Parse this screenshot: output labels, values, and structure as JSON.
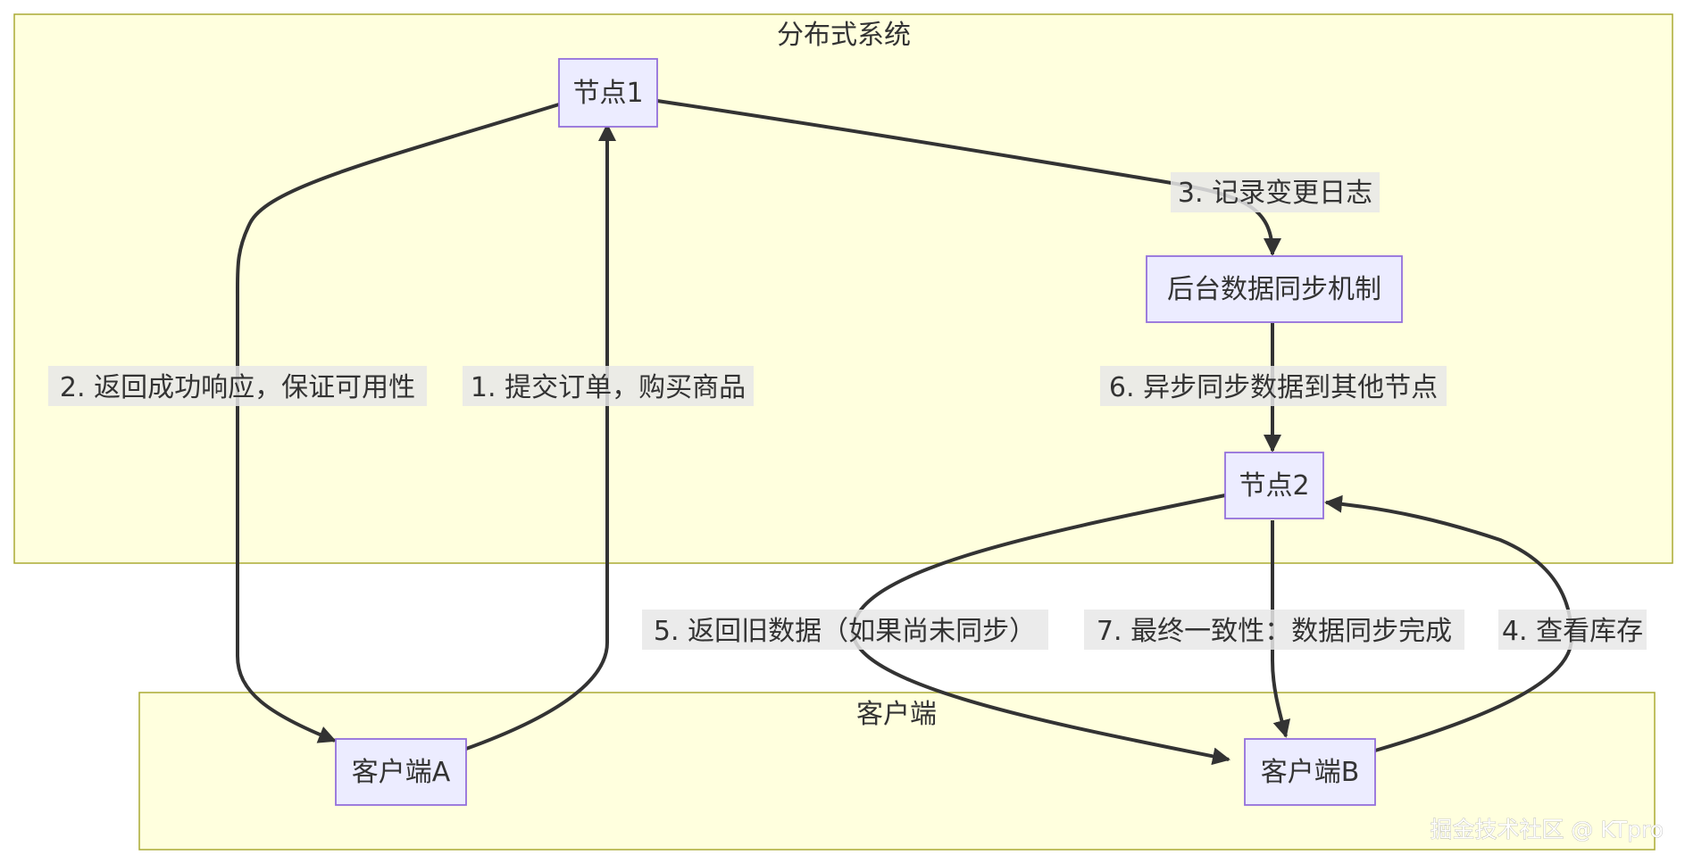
{
  "clusters": {
    "distributed": {
      "title": "分布式系统"
    },
    "clients": {
      "title": "客户端"
    }
  },
  "nodes": {
    "node1": "节点1",
    "sync": "后台数据同步机制",
    "node2": "节点2",
    "clientA": "客户端A",
    "clientB": "客户端B"
  },
  "edges": {
    "e1": "1. 提交订单，购买商品",
    "e2": "2. 返回成功响应，保证可用性",
    "e3": "3. 记录变更日志",
    "e4": "4. 查看库存",
    "e5": "5. 返回旧数据（如果尚未同步）",
    "e6": "6. 异步同步数据到其他节点",
    "e7": "7. 最终一致性：数据同步完成"
  },
  "watermark": "掘金技术社区 @ KTpro"
}
